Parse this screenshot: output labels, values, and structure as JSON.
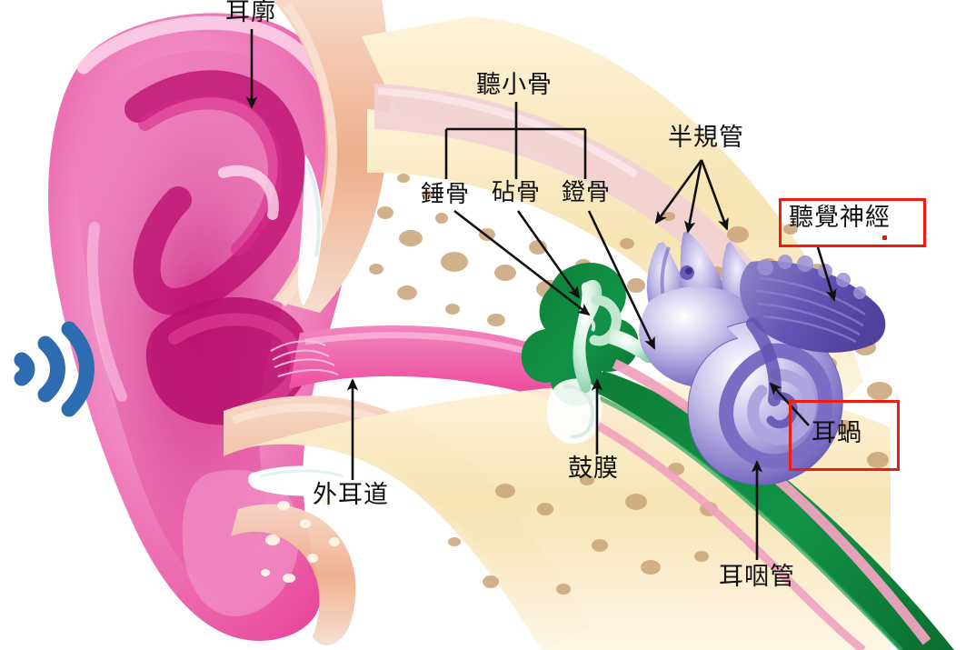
{
  "diagram": {
    "title": "human ear cross-section anatomy",
    "background_color": "#ffffff",
    "accent_highlight_color": "#ef1a10",
    "sound_icon_color": "#2d6cb0"
  },
  "icons": {
    "sound_wave": "sound-wave-icon",
    "arrow": "arrow-icon"
  },
  "labels": {
    "auricle": "耳廓",
    "ossicles": "聽小骨",
    "malleus": "錘骨",
    "incus": "砧骨",
    "stapes": "鐙骨",
    "semicircular_canals": "半規管",
    "auditory_nerve": "聽覺神經",
    "cochlea": "耳蝸",
    "ear_canal": "外耳道",
    "eardrum": "鼓膜",
    "eustachian_tube": "耳咽管"
  },
  "highlighted_labels": [
    "聽覺神經",
    "耳蝸"
  ],
  "anatomy_colors": {
    "pinna_pink": "#e8469b",
    "pinna_deep": "#c9127a",
    "pinna_light": "#f7a8cf",
    "bone_cream": "#f7e7bd",
    "bone_cell_tan": "#caa478",
    "skin_peach": "#f0b596",
    "middle_ear_green": "#0e8a3c",
    "ossicle_mint": "#bfe8cf",
    "inner_ear_purple": "#6b5fb5",
    "inner_ear_lilac": "#c8c3e8"
  }
}
